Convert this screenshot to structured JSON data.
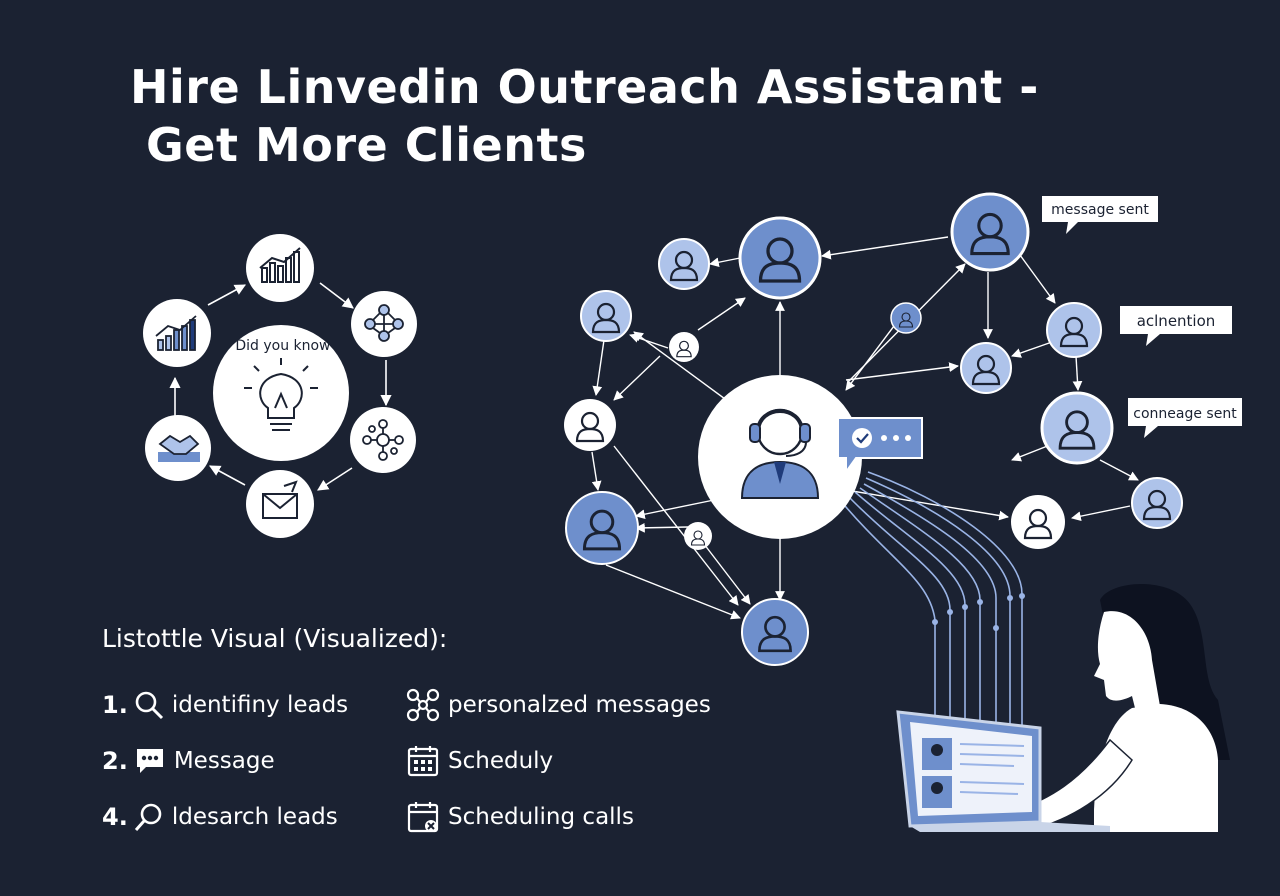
{
  "title": {
    "line1": "Hire Linvedin Outreach Assistant -",
    "line2": "Get More Clients"
  },
  "cycle": {
    "center_label": "'Did you know"
  },
  "network": {
    "bubbles": [
      "message sent",
      "aclnention",
      "conneage sent"
    ]
  },
  "list": {
    "heading": "Listottle Visual (Visualized):",
    "left": [
      {
        "num": "1.",
        "label": "identifiny leads",
        "icon": "search-icon"
      },
      {
        "num": "2.",
        "label": "Message",
        "icon": "chat-icon"
      },
      {
        "num": "4.",
        "label": "ldesarch leads",
        "icon": "search-icon"
      }
    ],
    "right": [
      {
        "label": "personalzed messages",
        "icon": "network-icon"
      },
      {
        "label": "Scheduly",
        "icon": "calendar-icon"
      },
      {
        "label": "Scheduling calls",
        "icon": "calendar-x-icon"
      }
    ]
  },
  "colors": {
    "background": "#1b2232",
    "node_blue": "#6e8fcc",
    "node_light": "#aec3ea",
    "accent_dark": "#1f3b7a"
  }
}
